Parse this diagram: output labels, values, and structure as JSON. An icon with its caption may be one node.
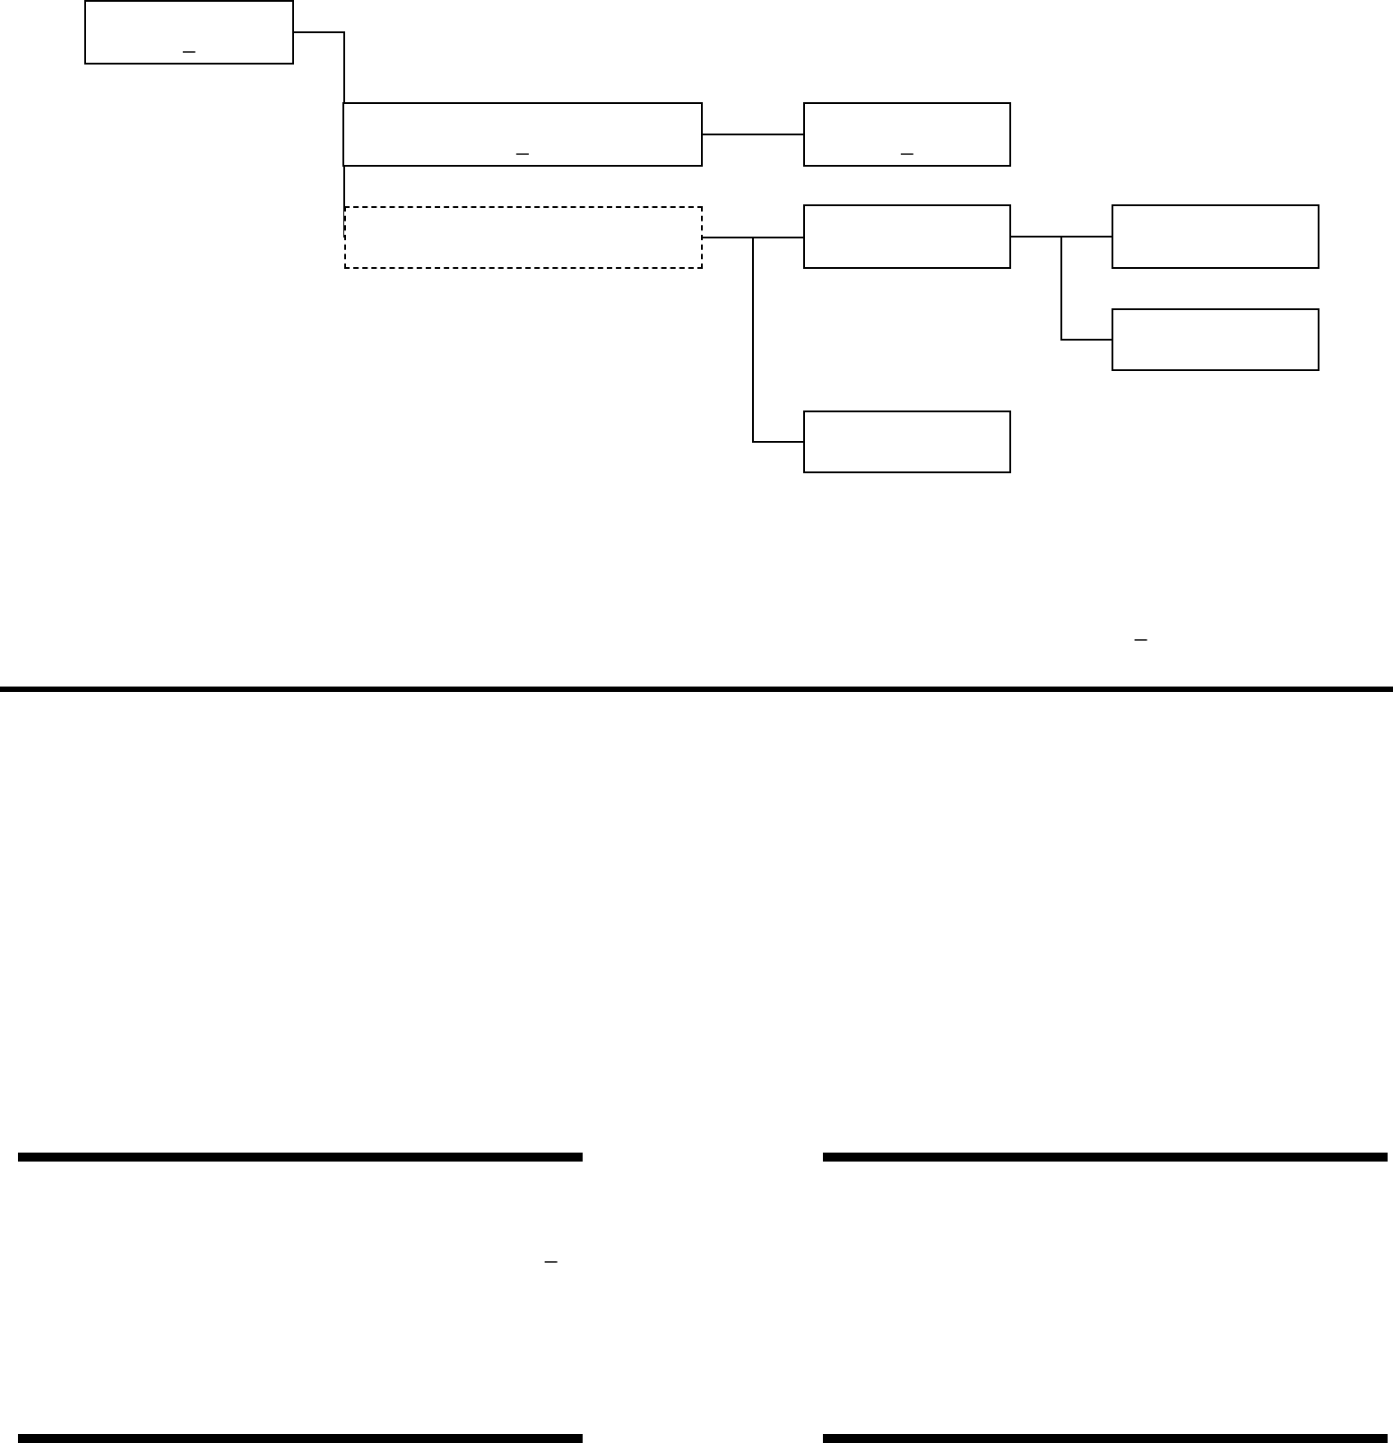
{
  "diagram": {
    "nodes": [
      {
        "text": [
          "_"
        ]
      },
      {
        "text": [
          "_"
        ]
      },
      {
        "text": [
          "_"
        ]
      },
      {
        "text": [],
        "shape": "box"
      },
      {
        "text": [],
        "shape": "box"
      },
      {
        "text": [],
        "shape": "box"
      },
      {
        "text": [],
        "shape": "box"
      },
      {
        "text": [],
        "shape": "box"
      }
    ],
    "edges": [
      {
        "from": 0,
        "to": 1,
        "arrow": "none"
      },
      {
        "from": 0,
        "to": 3,
        "arrow": "none"
      },
      {
        "from": 1,
        "to": 2,
        "arrow": "none"
      },
      {
        "from": 3,
        "to": 4,
        "arrow": "none"
      },
      {
        "from": 3,
        "to": 7,
        "arrow": "none"
      },
      {
        "from": 4,
        "to": 5,
        "arrow": "none"
      },
      {
        "from": 4,
        "to": 6,
        "arrow": "none"
      }
    ],
    "labels": [
      "_",
      "_"
    ]
  }
}
